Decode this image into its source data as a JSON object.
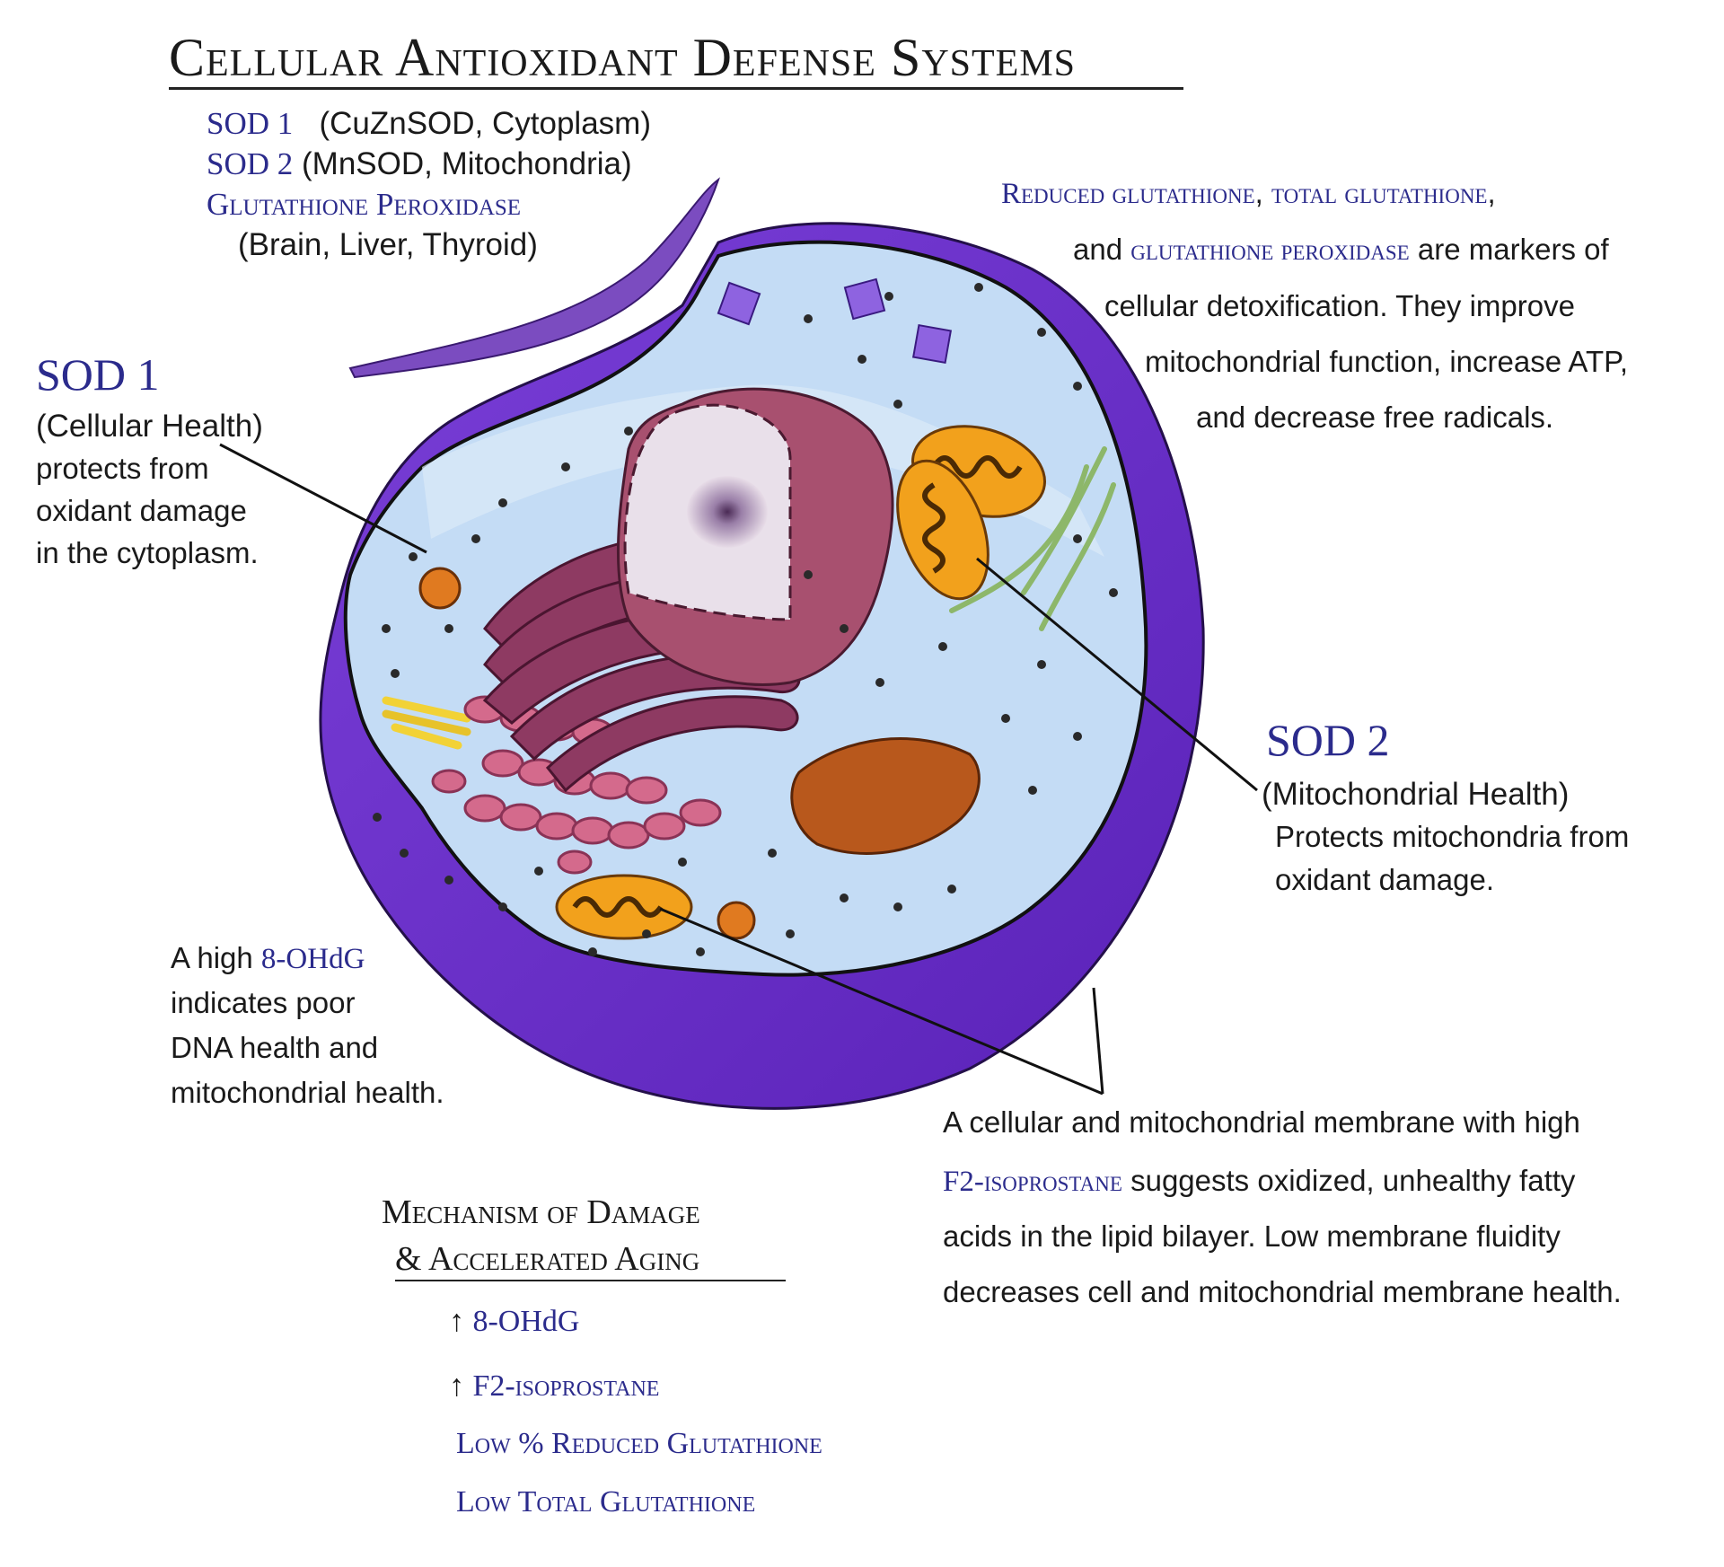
{
  "title": "Cellular Antioxidant Defense Systems",
  "header_list": {
    "sod1_name": "SOD 1",
    "sod1_detail": "(CuZnSOD, Cytoplasm)",
    "sod2_name": "SOD 2",
    "sod2_detail": "(MnSOD, Mitochondria)",
    "gpx_name": "Glutathione Peroxidase",
    "gpx_detail": "(Brain, Liver, Thyroid)"
  },
  "glutathione_note": {
    "term1": "Reduced glutathione",
    "sep1": ",",
    "term2": "total glutathione",
    "sep2": ",",
    "line2_prefix": "and",
    "term3": "glutathione peroxidase",
    "line2_suffix": "are markers of",
    "line3": "cellular detoxification. They improve",
    "line4": "mitochondrial function, increase ATP,",
    "line5": "and decrease free radicals."
  },
  "sod1_callout": {
    "name": "SOD 1",
    "subtitle": "(Cellular Health)",
    "line1": "protects from",
    "line2": "oxidant damage",
    "line3": "in the cytoplasm."
  },
  "sod2_callout": {
    "name": "SOD 2",
    "subtitle": "(Mitochondrial Health)",
    "line1": "Protects mitochondria from",
    "line2": "oxidant damage."
  },
  "ohdg_note": {
    "prefix": "A high",
    "term": "8-OHdG",
    "line2": "indicates poor",
    "line3": "DNA health and",
    "line4": "mitochondrial health."
  },
  "membrane_note": {
    "line1": "A cellular and mitochondrial membrane with high",
    "term": "F2-isoprostane",
    "line2_suffix": "suggests oxidized, unhealthy fatty",
    "line3": "acids in the lipid bilayer. Low membrane fluidity",
    "line4": "decreases cell and mitochondrial membrane health."
  },
  "mechanism": {
    "heading1": "Mechanism of Damage",
    "heading2": "& Accelerated Aging",
    "arrow": "↑",
    "item1": "8-OHdG",
    "item2": "F2-isoprostane",
    "item3": "Low % Reduced Glutathione",
    "item4": "Low Total Glutathione"
  },
  "colors": {
    "navy_text": "#2b2b8c",
    "membrane_purple": "#6a2fc4",
    "cytoplasm_blue": "#c4dcf5",
    "golgi_maroon": "#8e3a62",
    "er_pink": "#d46a8c",
    "mitochondria_orange": "#f2a11c"
  }
}
